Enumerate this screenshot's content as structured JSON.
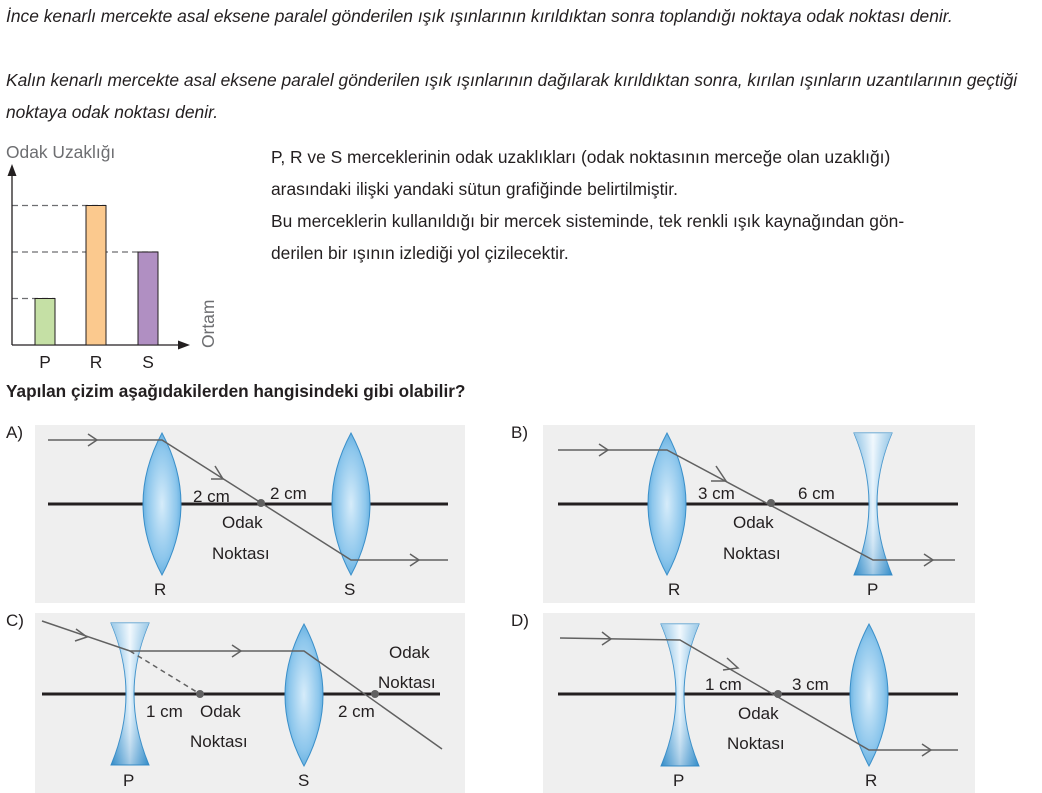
{
  "definitions": {
    "thin_lens": "İnce kenarlı mercekte asal eksene paralel gönderilen ışık ışınlarının kırıldıktan sonra toplandığı noktaya odak noktası denir.",
    "thick_lens": "Kalın kenarlı mercekte asal eksene paralel gönderilen ışık ışınlarının dağılarak kırıldıktan sonra, kırılan ışınların uzantılarının geçtiği noktaya odak noktası denir."
  },
  "intro": {
    "lines": [
      "P, R ve S merceklerinin odak uzaklıkları (odak noktasının merceğe olan uzaklığı)",
      "arasındaki ilişki yandaki sütun grafiğinde belirtilmiştir.",
      "Bu merceklerin kullanıldığı bir mercek sisteminde, tek renkli ışık kaynağından gön-",
      "derilen bir ışının izlediği yol çizilecektir."
    ]
  },
  "chart_data": {
    "type": "bar",
    "ylabel": "Odak Uzaklığı",
    "xlabel": "Ortam",
    "categories": [
      "P",
      "R",
      "S"
    ],
    "values": [
      1,
      3,
      2
    ],
    "ylim": [
      0,
      3.4
    ],
    "colors": [
      "#c5e0a5",
      "#fbc98e",
      "#b08fc2"
    ],
    "reference_lines": [
      1,
      2,
      3
    ],
    "grid": false
  },
  "question": "Yapılan çizim aşağıdakilerden hangisindeki gibi olabilir?",
  "options": [
    {
      "label": "A)",
      "lens1": "R",
      "lens2": "S",
      "dist1": "2 cm",
      "dist2": "2 cm",
      "focus1": "Odak",
      "focus2": "Noktası"
    },
    {
      "label": "B)",
      "lens1": "R",
      "lens2": "P",
      "dist1": "3 cm",
      "dist2": "6 cm",
      "focus1": "Odak",
      "focus2": "Noktası"
    },
    {
      "label": "C)",
      "lens1": "P",
      "lens2": "S",
      "dist1": "1 cm",
      "dist2": "2 cm",
      "focus1": "Odak",
      "focus2": "Noktası"
    },
    {
      "label": "D)",
      "lens1": "P",
      "lens2": "R",
      "dist1": "1 cm",
      "dist2": "3 cm",
      "focus1": "Odak",
      "focus2": "Noktası"
    }
  ],
  "colors": {
    "panel": "#efefef",
    "ray": "#616161",
    "axis": "#231f20",
    "lens_edge": "#3a8fc9"
  }
}
